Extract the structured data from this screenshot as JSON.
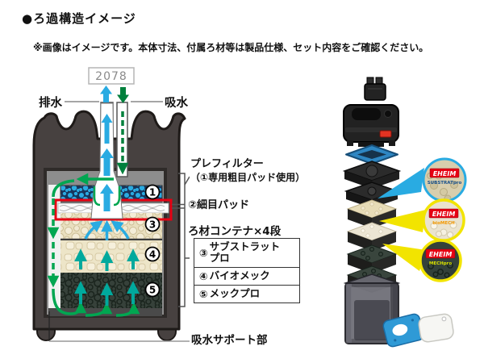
{
  "header": {
    "title": "●ろ過構造イメージ",
    "note": "※画像はイメージです。本体寸法、付属ろ材等は製品仕様、セット内容をご確認ください。"
  },
  "diagram": {
    "model": "2078",
    "outflow_label": "排水",
    "inflow_label": "吸水",
    "intake_support_label": "吸水サポート部",
    "circle_labels": [
      "1",
      "3",
      "4",
      "5"
    ]
  },
  "legend": {
    "prefilter_title": "プレフィルター",
    "prefilter_note": "（①専用粗目パッド使用）",
    "fine_pad_label": "②細目パッド",
    "container_title": "ろ材コンテナ×4段",
    "items": [
      {
        "num": "③",
        "lines": [
          "サブストラット",
          "プロ"
        ]
      },
      {
        "num": "④",
        "lines": [
          "バイオメック"
        ]
      },
      {
        "num": "⑤",
        "lines": [
          "メックプロ"
        ]
      }
    ]
  },
  "exploded": {
    "callouts": [
      {
        "brand": "EHEIM",
        "product": "SUBSTRATpro"
      },
      {
        "brand": "EHEIM",
        "product": "bioMECH"
      },
      {
        "brand": "EHEIM",
        "product": "MECHpro"
      }
    ]
  },
  "colors": {
    "accent_red": "#e60012",
    "flow_green": "#00a651",
    "flow_teal": "#00a99d",
    "flow_blue": "#29abe2",
    "intake_green": "#00803c",
    "body_gray": "#474140",
    "callout_yellow": "#f2e400",
    "callout_blue": "#29abe2"
  }
}
